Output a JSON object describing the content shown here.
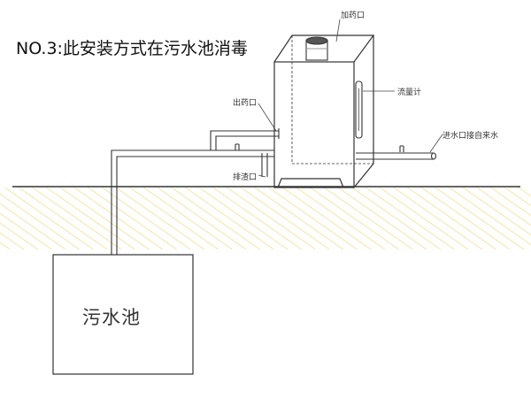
{
  "title": "NO.3:此安装方式在污水池消毒",
  "labels": {
    "dosing_inlet": "加药口",
    "dosing_outlet": "出药口",
    "flow_meter": "流量计",
    "drain_outlet": "排渣口",
    "water_inlet": "进水口接自来水",
    "sewage_pool": "污水池"
  },
  "colors": {
    "ground_hatch": "#f0dc82",
    "line": "#333333",
    "tank_cap": "#c8c8c8"
  }
}
